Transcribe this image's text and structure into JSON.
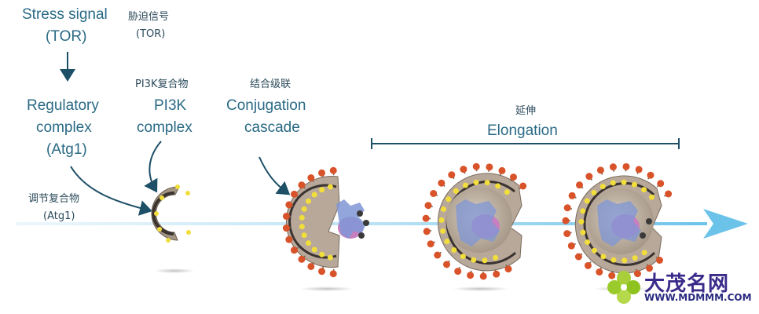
{
  "labels": {
    "stress_en": "Stress signal",
    "stress_en2": "(TOR)",
    "stress_zh": "胁迫信号",
    "stress_zh2": "(TOR)",
    "regulatory_en1": "Regulatory",
    "regulatory_en2": "complex",
    "regulatory_en3": "(Atg1)",
    "regulatory_zh1": "调节复合物",
    "regulatory_zh2": "(Atg1)",
    "pi3k_zh": "PI3K复合物",
    "pi3k_en1": "PI3K",
    "pi3k_en2": "complex",
    "conj_zh": "结合级联",
    "conj_en1": "Conjugation",
    "conj_en2": "cascade",
    "elong_zh": "延伸",
    "elong_en": "Elongation"
  },
  "logo": {
    "name": "大茂名网",
    "url": "WWW.MDMMM.COM"
  },
  "colors": {
    "label": "#2a6a85",
    "arrow": "#7cc8ea",
    "membrane": "#b8a89a",
    "dot_red": "#d9532a",
    "dot_yellow": "#f2de3a",
    "protein_blue": "#7f96d6",
    "protein_pink": "#c77fbf"
  }
}
